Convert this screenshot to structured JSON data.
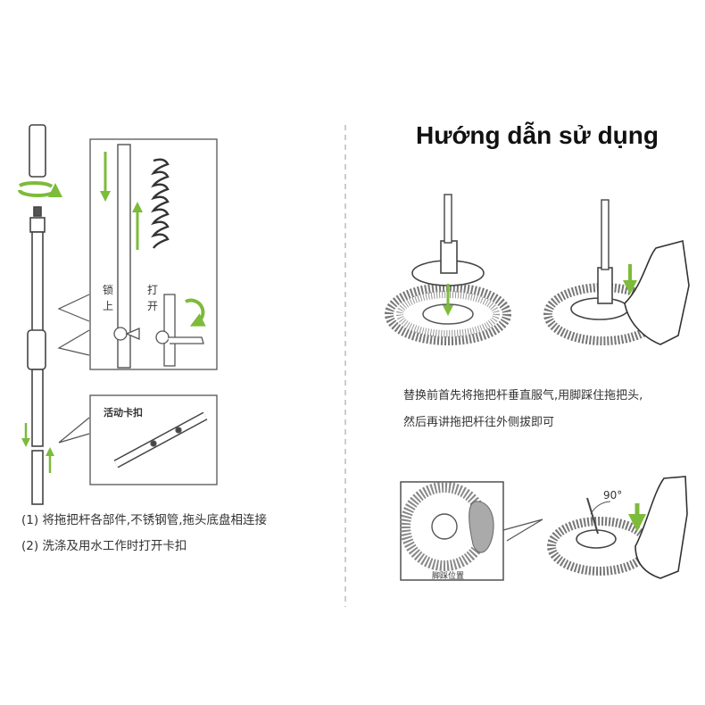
{
  "title": "Hướng dẫn sử dụng",
  "left_panel": {
    "lock_label_line1": "锁",
    "lock_label_line2": "上",
    "open_label_line1": "打",
    "open_label_line2": "开",
    "clip_label": "活动卡扣",
    "note_1": "(1) 将拖把杆各部件,不锈钢管,拖头底盘相连接",
    "note_2": "(2) 洗涤及用水工作时打开卡扣"
  },
  "right_panel": {
    "instruction_line1": "替换前首先将拖把杆垂直服气,用脚踩住拖把头,",
    "instruction_line2": "然后再讲拖把杆往外侧拔即可",
    "foot_position_label": "脚踩位置",
    "angle_label": "90°"
  },
  "colors": {
    "arrow_green": "#7dbb3a",
    "line_gray": "#444444",
    "mop_gray": "#8a8a8a"
  }
}
